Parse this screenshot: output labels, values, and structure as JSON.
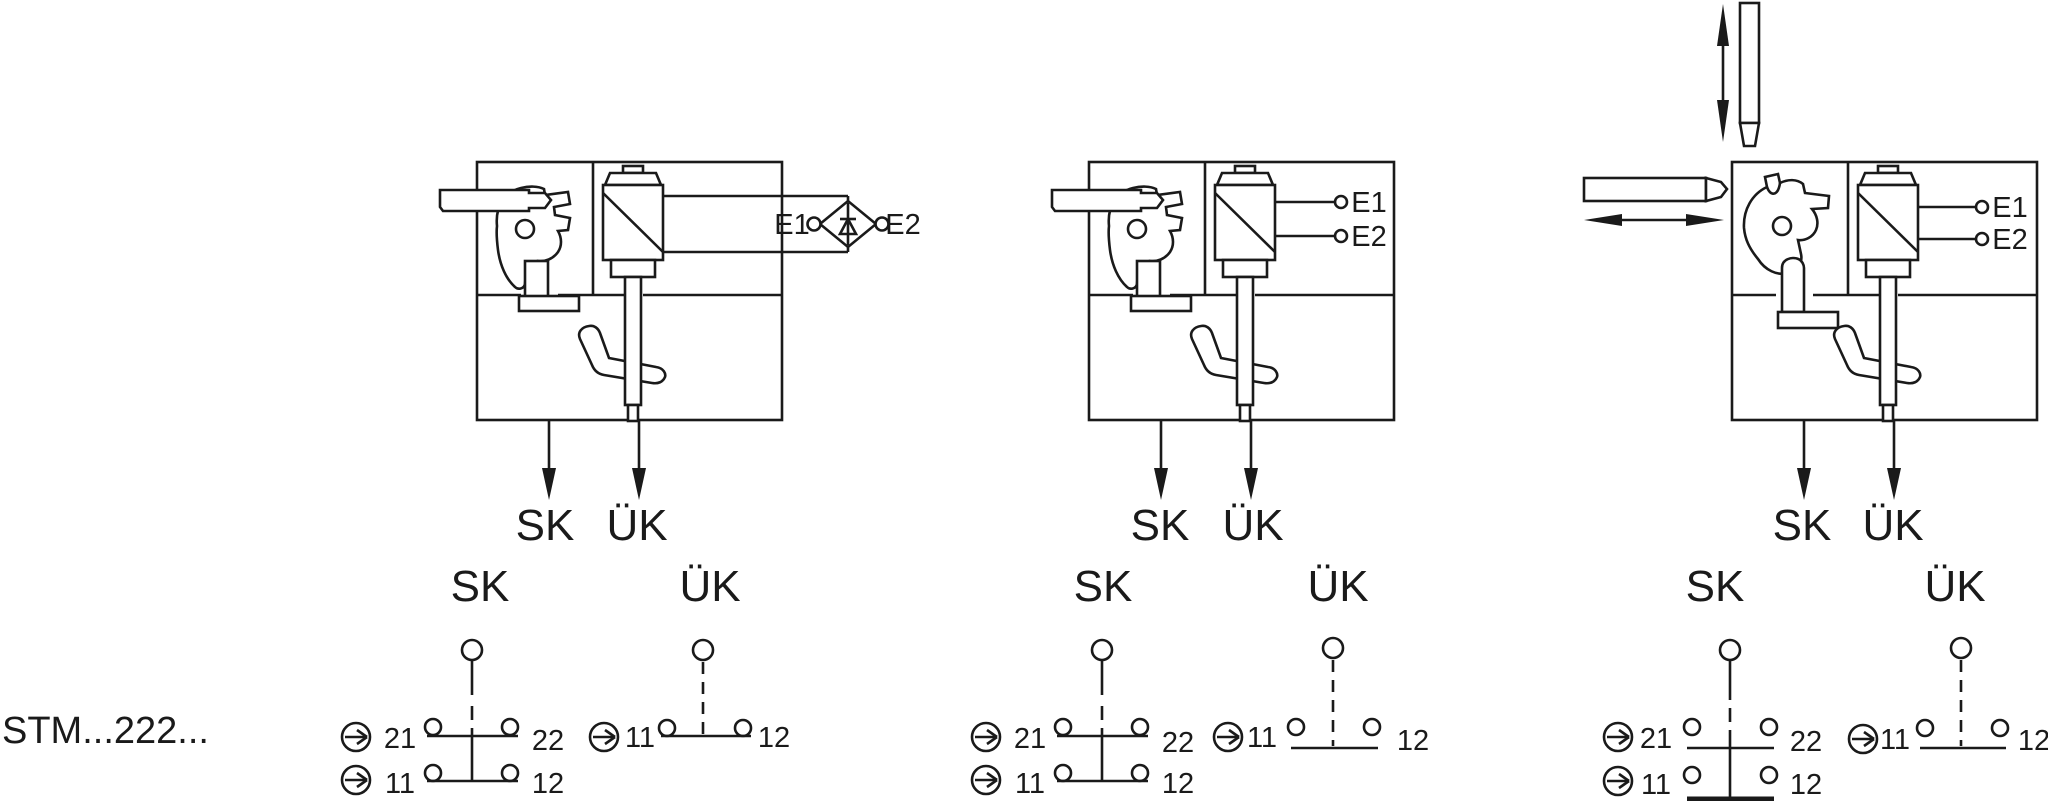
{
  "model_label": "STM...222...",
  "colors": {
    "line": "#1a1a1a",
    "background": "#ffffff"
  },
  "panels": [
    {
      "name": "actuator-inserted-with-rectifier",
      "e1": "E1",
      "e2": "E2",
      "sk_output_label": "SK",
      "uk_output_label": "ÜK",
      "sk_heading": "SK",
      "uk_heading": "ÜK",
      "sk_contact": {
        "state": "closed",
        "rows": [
          {
            "left": "21",
            "right": "22"
          },
          {
            "left": "11",
            "right": "12"
          }
        ]
      },
      "uk_contact": {
        "state": "closed",
        "rows": [
          {
            "left": "11",
            "right": "12"
          }
        ]
      }
    },
    {
      "name": "actuator-inserted-plain-terminals",
      "e1": "E1",
      "e2": "E2",
      "sk_output_label": "SK",
      "uk_output_label": "ÜK",
      "sk_heading": "SK",
      "uk_heading": "ÜK",
      "sk_contact": {
        "state": "closed",
        "rows": [
          {
            "left": "21",
            "right": "22"
          },
          {
            "left": "11",
            "right": "12"
          }
        ]
      },
      "uk_contact": {
        "state": "open",
        "rows": [
          {
            "left": "11",
            "right": "12"
          }
        ]
      }
    },
    {
      "name": "actuator-removed",
      "e1": "E1",
      "e2": "E2",
      "sk_output_label": "SK",
      "uk_output_label": "ÜK",
      "sk_heading": "SK",
      "uk_heading": "ÜK",
      "sk_contact": {
        "state": "open",
        "rows": [
          {
            "left": "21",
            "right": "22"
          },
          {
            "left": "11",
            "right": "12"
          }
        ]
      },
      "uk_contact": {
        "state": "open",
        "rows": [
          {
            "left": "11",
            "right": "12"
          }
        ]
      }
    }
  ]
}
